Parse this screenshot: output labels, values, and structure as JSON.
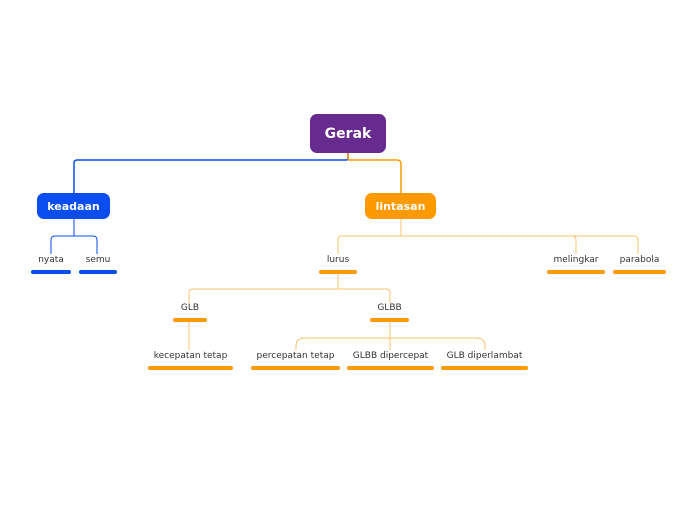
{
  "colors": {
    "root": "#672a8e",
    "blue": "#0a4df0",
    "orange": "#ff9900",
    "orange_line": "#f7c070"
  },
  "root": {
    "label": "Gerak"
  },
  "branches": {
    "keadaan": {
      "label": "keadaan",
      "children": {
        "nyata": "nyata",
        "semu": "semu"
      }
    },
    "lintasan": {
      "label": "lintasan",
      "children": {
        "lurus": {
          "label": "lurus",
          "children": {
            "glb": {
              "label": "GLB",
              "children": {
                "kecepatan_tetap": "kecepatan tetap"
              }
            },
            "glbb": {
              "label": "GLBB",
              "children": {
                "percepatan_tetap": "percepatan tetap",
                "glbb_dipercepat": "GLBB dipercepat",
                "glb_diperlambat": "GLB diperlambat"
              }
            }
          }
        },
        "melingkar": "melingkar",
        "parabola": "parabola"
      }
    }
  }
}
